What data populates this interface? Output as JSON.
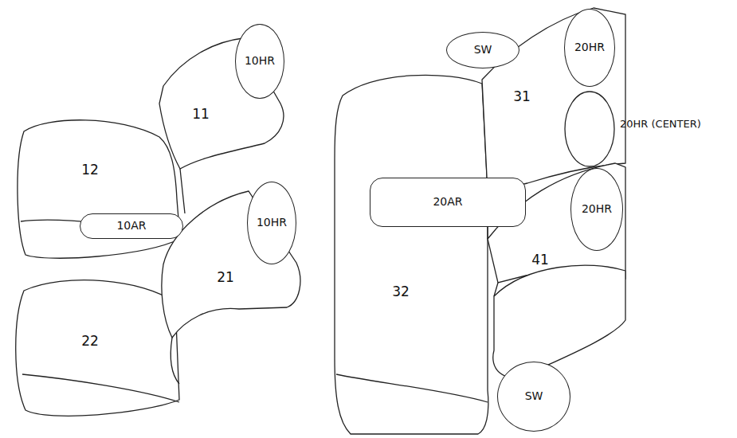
{
  "diagram": {
    "nodes": [
      {
        "text": [
          "10HR"
        ]
      },
      {
        "text": [
          "11"
        ]
      },
      {
        "text": [
          "12"
        ]
      },
      {
        "text": [
          "10AR"
        ]
      },
      {
        "text": [
          "10HR"
        ]
      },
      {
        "text": [
          "21"
        ]
      },
      {
        "text": [
          "22"
        ]
      },
      {
        "text": [
          "SW"
        ]
      },
      {
        "text": [
          "20HR"
        ]
      },
      {
        "text": [
          "31"
        ]
      },
      {
        "text": [
          "20AR"
        ]
      },
      {
        "text": [
          "20HR"
        ]
      },
      {
        "text": [
          "41"
        ]
      },
      {
        "text": [
          "32"
        ]
      },
      {
        "text": [
          "SW"
        ]
      }
    ],
    "labels": [
      "20HR (CENTER)"
    ]
  }
}
